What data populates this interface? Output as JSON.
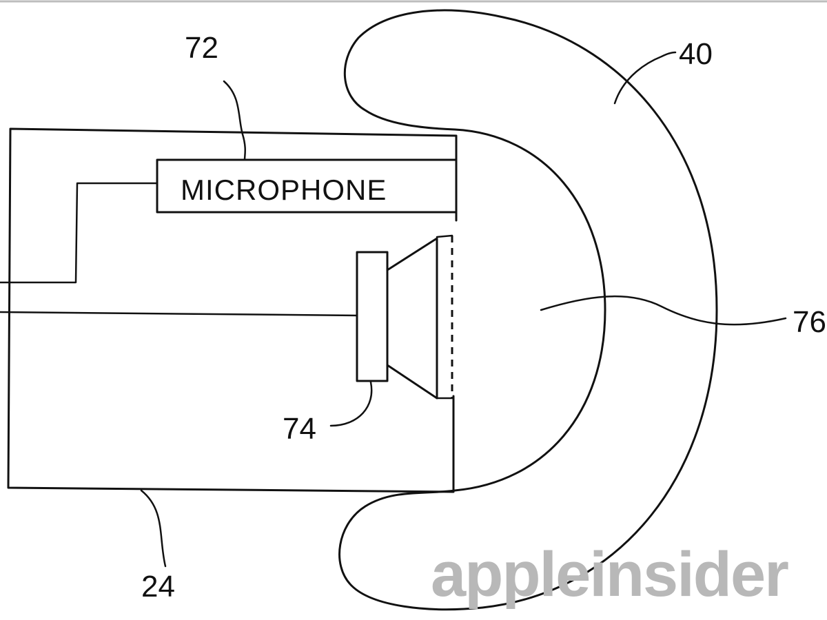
{
  "diagram": {
    "blocks": {
      "microphone": "MICROPHONE"
    },
    "reference_numerals": {
      "housing": "24",
      "ear_tip": "40",
      "microphone": "72",
      "speaker": "74",
      "ear_canal_volume": "76"
    }
  },
  "watermark": {
    "text": "appleinsider"
  }
}
